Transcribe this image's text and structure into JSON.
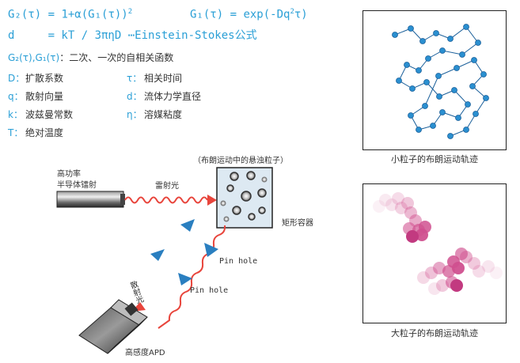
{
  "formulas": {
    "g2_left": "G₂(τ)",
    "g2_eq": "= 1+α(G₁(τ))",
    "g2_sup": "2",
    "g1_left": "G₁(τ)",
    "g1_eq": "= exp(-Dq",
    "g1_sup": "2",
    "g1_end": "τ)",
    "d_line": "d     = kT / 3πηD ⋯Einstein-Stokes公式"
  },
  "note": {
    "symbols": "G₂(τ),G₁(τ)",
    "text": "：二次、一次的自相关函数"
  },
  "legend": [
    {
      "symbol": "D：",
      "label": "扩散系数"
    },
    {
      "symbol": "τ：",
      "label": "相关时间"
    },
    {
      "symbol": "q：",
      "label": "散射向量"
    },
    {
      "symbol": "d：",
      "label": "流体力学直径"
    },
    {
      "symbol": "k：",
      "label": "波兹曼常数"
    },
    {
      "symbol": "η：",
      "label": "溶媒粘度"
    },
    {
      "symbol": "T：",
      "label": "绝对温度"
    }
  ],
  "diagram": {
    "laser_label_1": "高功率",
    "laser_label_2": "半导体镭射",
    "laser_light_label": "雷射光",
    "container_caption": "（布朗运动中的悬浊粒子）",
    "container_label": "矩形容器",
    "pinhole_1": "Pin hole",
    "pinhole_2": "Pin hole",
    "scattered_label": "散射光",
    "detector_label": "高感度APD",
    "colors": {
      "red": "#e8453c",
      "blue": "#2a7fc0",
      "dot_blue": "#2a8fd0",
      "pink": "#d0508f"
    }
  },
  "panels": {
    "small_caption": "小粒子的布朗运动轨迹",
    "large_caption": "大粒子的布朗运动轨迹"
  }
}
